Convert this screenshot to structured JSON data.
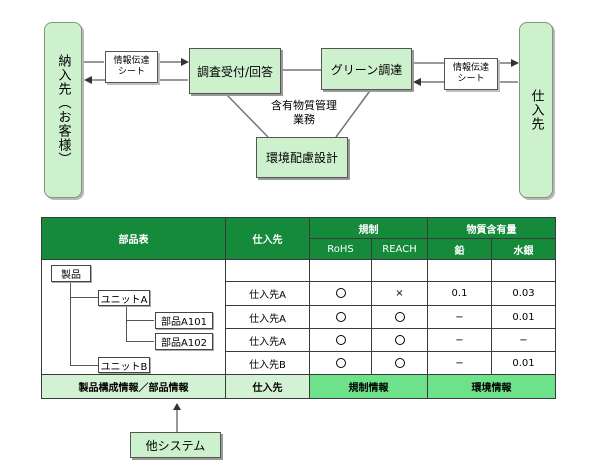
{
  "flow": {
    "customer": "納入先（お客様）",
    "supplier": "仕入先",
    "sheet_left_line1": "情報伝達",
    "sheet_left_line2": "シート",
    "sheet_right_line1": "情報伝達",
    "sheet_right_line2": "シート",
    "investigation": "調査受付/回答",
    "green_procurement": "グリーン調達",
    "eco_design": "環境配慮設計",
    "center_line1": "含有物質管理",
    "center_line2": "業務",
    "other_system": "他システム"
  },
  "table": {
    "header": {
      "bom": "部品表",
      "supplier": "仕入先",
      "regulation": "規制",
      "rohs": "RoHS",
      "reach": "REACH",
      "content": "物質含有量",
      "lead": "鉛",
      "mercury": "水銀"
    },
    "tree": {
      "product": "製品",
      "unit_a": "ユニットA",
      "part_a101": "部品A101",
      "part_a102": "部品A102",
      "unit_b": "ユニットB"
    },
    "rows": [
      {
        "supplier": "仕入先A",
        "rohs": "circle",
        "reach": "×",
        "lead": "0.1",
        "mercury": "0.03"
      },
      {
        "supplier": "仕入先A",
        "rohs": "circle",
        "reach": "circle",
        "lead": "−",
        "mercury": "0.01"
      },
      {
        "supplier": "仕入先A",
        "rohs": "circle",
        "reach": "circle",
        "lead": "−",
        "mercury": "−"
      },
      {
        "supplier": "仕入先B",
        "rohs": "circle",
        "reach": "circle",
        "lead": "−",
        "mercury": "0.01"
      }
    ],
    "footer": {
      "bom_info": "製品構成情報／部品情報",
      "supplier": "仕入先",
      "regulation_info": "規制情報",
      "environment_info": "環境情報"
    }
  }
}
